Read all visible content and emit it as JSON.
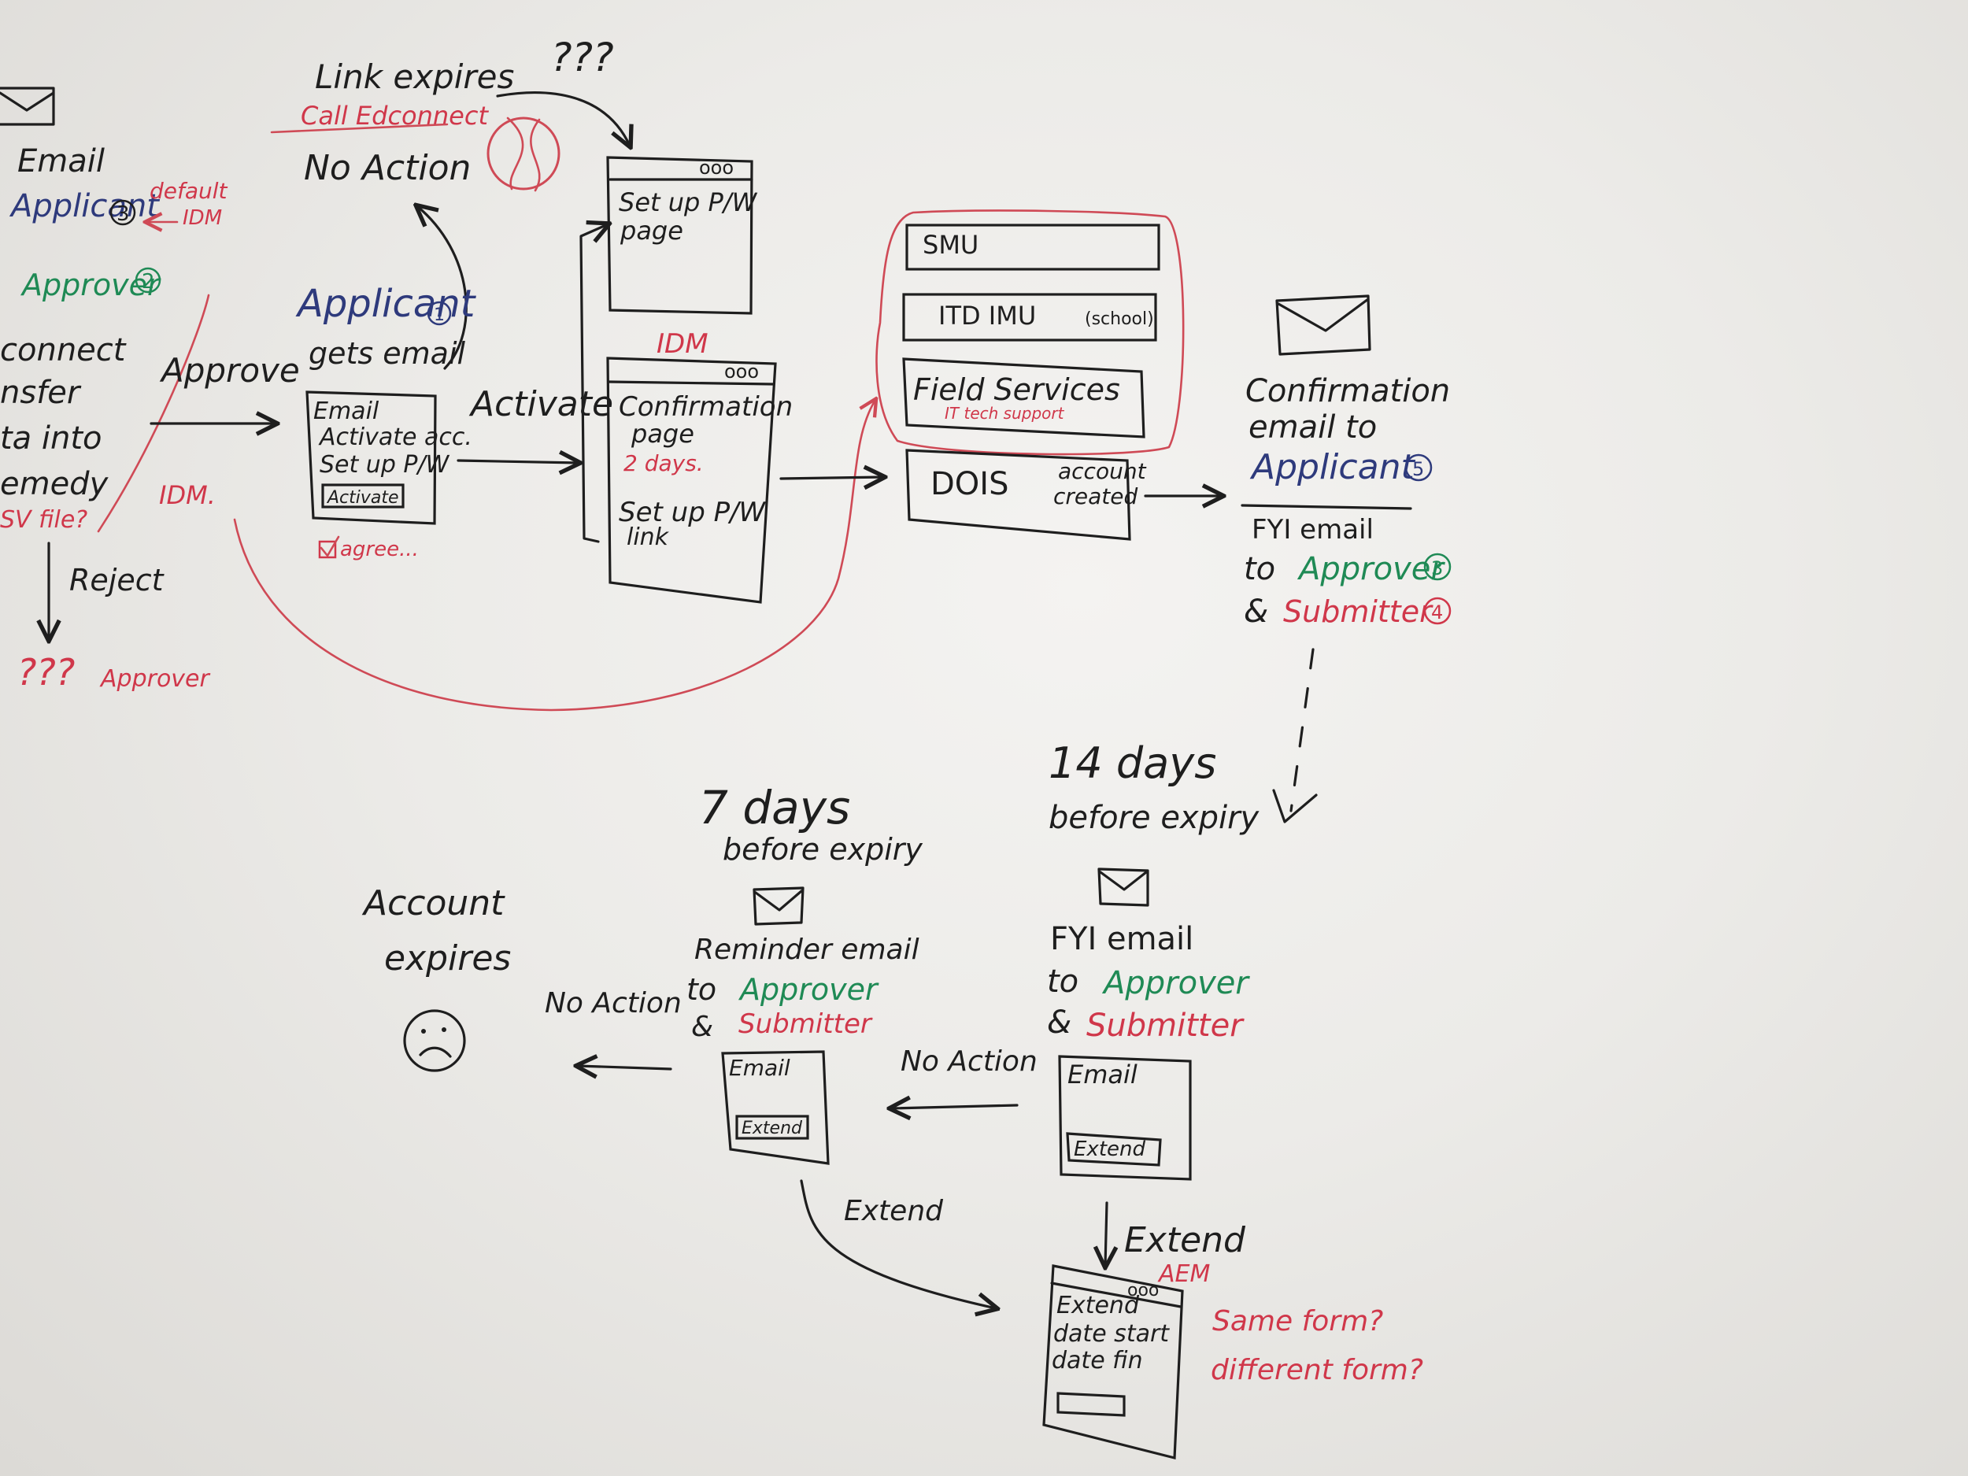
{
  "left_partial": {
    "email": "Email",
    "applicant": "Applicant",
    "applicant_num": "3",
    "default_idm_1": "default",
    "default_idm_2": "IDM",
    "approver": "Approver",
    "approver_num": "2",
    "line1": "connect",
    "line2": "nsfer",
    "line3": "ta into",
    "line4": "emedy",
    "line5": "SV file?",
    "approve": "Approve",
    "idm": "IDM.",
    "reject": "Reject",
    "unknown": "???",
    "approver_red": "Approver"
  },
  "link_expires": {
    "title": "Link expires",
    "call": "Call Edconnect",
    "no_action": "No Action",
    "question": "???"
  },
  "applicant_email": {
    "title": "Applicant",
    "num": "1",
    "subtitle": "gets email",
    "card_lines": [
      "Email",
      "Activate acc.",
      "Set up P/W"
    ],
    "button": "Activate",
    "agree": "agree..."
  },
  "activate_label": "Activate",
  "setup_page": {
    "dots": "ooo",
    "lines": [
      "Set up P/W",
      "page"
    ]
  },
  "confirm_page": {
    "idm": "IDM",
    "dots": "ooo",
    "lines": [
      "Confirmation",
      "page"
    ],
    "days": "2 days.",
    "lines2": [
      "Set up P/W",
      "link"
    ]
  },
  "systems": {
    "smu": "SMU",
    "itd": "ITD IMU",
    "itd_note": "(school)",
    "field": "Field Services",
    "field_note": "IT tech support",
    "dois": "DOIS",
    "dois_note1": "account",
    "dois_note2": "created"
  },
  "confirmation_email": {
    "line1": "Confirmation",
    "line2": "email to",
    "applicant": "Applicant",
    "num": "5",
    "fyi": "FYI email",
    "to": "to",
    "approver": "Approver",
    "approver_num": "3",
    "amp": "&",
    "submitter": "Submitter",
    "submitter_num": "4"
  },
  "fourteen_days": {
    "title1": "14 days",
    "title2": "before expiry",
    "fyi": "FYI email",
    "to": "to",
    "approver": "Approver",
    "amp": "&",
    "submitter": "Submitter",
    "card": "Email",
    "button": "Extend"
  },
  "seven_days": {
    "title1": "7 days",
    "title2": "before expiry",
    "reminder": "Reminder email",
    "to": "to",
    "approver": "Approver",
    "amp": "&",
    "submitter": "Submitter",
    "card": "Email",
    "button": "Extend"
  },
  "no_action_1": "No Action",
  "no_action_2": "No Action",
  "account_expires": {
    "line1": "Account",
    "line2": "expires"
  },
  "extend_label_1": "Extend",
  "extend_label_2": "Extend",
  "extend_form": {
    "aem": "AEM",
    "dots": "ooo",
    "lines": [
      "Extend",
      "date start",
      "date fin"
    ],
    "q1": "Same form?",
    "q2": "different form?"
  },
  "colors": {
    "black": "#1e1e1e",
    "blue": "#2e3a7c",
    "green": "#1f8a55",
    "red": "#d0374a"
  }
}
